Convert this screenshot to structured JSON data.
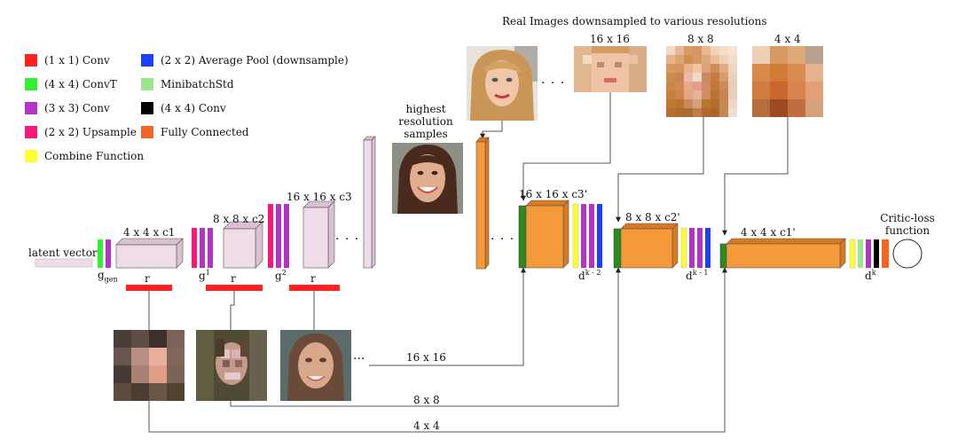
{
  "legend": {
    "items": [
      {
        "color": "#ff2020",
        "label": "(1 x 1) Conv"
      },
      {
        "color": "#1f3dff",
        "label": "(2 x 2) Average Pool (downsample)"
      },
      {
        "color": "#33ee33",
        "label": "(4 x 4) ConvT"
      },
      {
        "color": "#9be58a",
        "label": "MinibatchStd"
      },
      {
        "color": "#b233c6",
        "label": "(3 x 3) Conv"
      },
      {
        "color": "#000000",
        "label": "(4 x 4) Conv"
      },
      {
        "color": "#f5197a",
        "label": "(2 x 2) Upsample"
      },
      {
        "color": "#f26523",
        "label": "Fully Connected"
      },
      {
        "color": "#ffff33",
        "label": "Combine Function"
      }
    ]
  },
  "generator": {
    "latent_label": "latent vector",
    "g_gen": {
      "base": "g",
      "sub": "gen"
    },
    "g1": {
      "base": "g",
      "sup": "1"
    },
    "g2": {
      "base": "g",
      "sup": "2"
    },
    "block1_label": "4 x 4 x c1",
    "block2_label": "8 x 8 x c2",
    "block3_label": "16 x 16 x c3",
    "r_label": "r",
    "ellipsis": ". . .",
    "ellipsis_short": "..."
  },
  "middle": {
    "highest_res_label": "highest\nresolution\nsamples"
  },
  "critic": {
    "real_images_title": "Real Images downsampled to various resolutions",
    "res_labels": [
      "16 x 16",
      "8 x 8",
      "4 x 4"
    ],
    "block1_label": "16 x 16 x c3'",
    "block2_label": "8 x 8 x c2'",
    "block3_label": "4 x 4 x c1'",
    "dk2": {
      "base": "d",
      "sup": "k - 2"
    },
    "dk1": {
      "base": "d",
      "sup": "k - 1"
    },
    "dk": {
      "base": "d",
      "sup": "k"
    },
    "critic_loss_label": "Critic-loss\nfunction",
    "ellipsis": ". . ."
  },
  "paths": {
    "p16": "16 x 16",
    "p8": "8 x 8",
    "p4": "4 x 4"
  },
  "colors": {
    "block_fill": "#efdce9",
    "block_side": "#d9c0d3",
    "orange": "#f59a3a",
    "orange_dark": "#d97a1e",
    "green": "#2d8a1e",
    "yellow": "#ffff33",
    "blue": "#1f3dff",
    "purple": "#b233c6",
    "magenta": "#f5197a",
    "red": "#ff2020",
    "minibatch": "#9be58a",
    "fc": "#f26523",
    "latent": "#efdce9"
  },
  "pixel_images": {
    "gen4": [
      "#4b3d37",
      "#5e4e49",
      "#3d302c",
      "#7a6258",
      "#6a5450",
      "#b98f84",
      "#e7b09c",
      "#806659",
      "#463b34",
      "#a88076",
      "#e09e84",
      "#7a6458",
      "#5a4c40",
      "#4c3d33",
      "#6a5546",
      "#52412f"
    ],
    "real8": [
      "#f2d9c6",
      "#e7b896",
      "#d99a63",
      "#d6945f",
      "#e8b68f",
      "#f0d2bd",
      "#f3dcc9",
      "#f5e2d2",
      "#e6b389",
      "#dba372",
      "#cf8e4f",
      "#d59a63",
      "#dcaa7c",
      "#e8bf99",
      "#f0d0b7",
      "#f3dcca",
      "#d9995d",
      "#d39460",
      "#e8b290",
      "#efc5a6",
      "#dca276",
      "#d08c55",
      "#e0ac83",
      "#eed5c2",
      "#cf8a4f",
      "#c98550",
      "#ecbba5",
      "#f3d8c7",
      "#cc8b5e",
      "#c47c40",
      "#d69a6a",
      "#ead0bd",
      "#cc8646",
      "#cf8a55",
      "#e7a88b",
      "#e89a88",
      "#d08b65",
      "#c27938",
      "#cb8a56",
      "#e8cdbb",
      "#c87f3c",
      "#cb8650",
      "#e2a682",
      "#e9b198",
      "#cf8c63",
      "#bd7334",
      "#c78452",
      "#e7cfbd",
      "#c17832",
      "#bb7330",
      "#c98a5c",
      "#d5a07e",
      "#b97734",
      "#b36c2c",
      "#c6874f",
      "#ebd6c8",
      "#b66f30",
      "#b06a2e",
      "#ad6a33",
      "#bb7e4b",
      "#ae6a2d",
      "#a9652a",
      "#c4874f",
      "#efe0d5"
    ],
    "real4": [
      "#f0cfb8",
      "#d89a63",
      "#ddaa78",
      "#b8a191",
      "#d88a4c",
      "#d27b35",
      "#d98a50",
      "#e4b28d",
      "#d07c40",
      "#c9662f",
      "#d9844d",
      "#e59f78",
      "#b56e3b",
      "#9d4a22",
      "#c06e3f",
      "#d7a07c"
    ]
  }
}
